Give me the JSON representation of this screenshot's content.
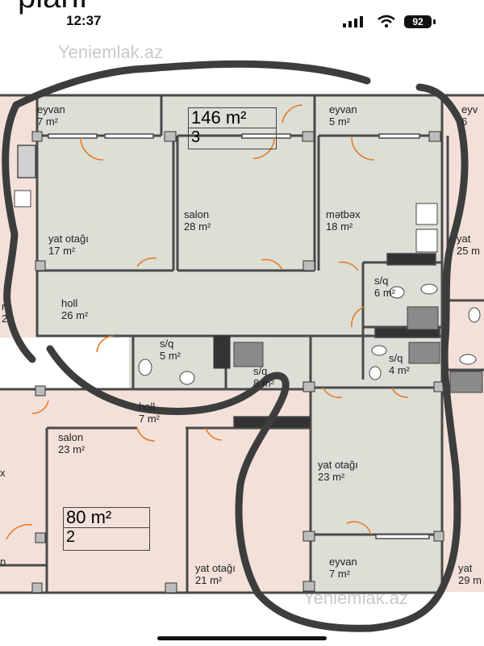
{
  "status_bar": {
    "time": "12:37",
    "battery": "92",
    "partial_title": "planı"
  },
  "watermark": "Yeniemlak.az",
  "apartments": [
    {
      "area": "146 m²",
      "rooms": "3"
    },
    {
      "area": "80 m²",
      "rooms": "2"
    }
  ],
  "rooms": {
    "eyvan_7_top": {
      "name": "eyvan",
      "area": "7 m²"
    },
    "eyvan_5": {
      "name": "eyvan",
      "area": "5 m²"
    },
    "eyvan_6_edge": {
      "name": "eyv",
      "area": "6"
    },
    "salon_28": {
      "name": "salon",
      "area": "28 m²"
    },
    "metbex_18": {
      "name": "mətbəx",
      "area": "18 m²"
    },
    "yat_17": {
      "name": "yat otağı",
      "area": "17 m²"
    },
    "yat_25_edge": {
      "name": "yat",
      "area": "25 m"
    },
    "holl_26": {
      "name": "holl",
      "area": "26 m²"
    },
    "sq_6": {
      "name": "s/q",
      "area": "6 m²"
    },
    "sq_5": {
      "name": "s/q",
      "area": "5 m²"
    },
    "sq_4": {
      "name": "s/q",
      "area": "4 m²"
    },
    "sq_8": {
      "name": "s/q",
      "area": "8 m²"
    },
    "holl_7": {
      "name": "holl",
      "area": "7 m²"
    },
    "salon_23": {
      "name": "salon",
      "area": "23 m²"
    },
    "yat_23": {
      "name": "yat otağı",
      "area": "23 m²"
    },
    "eyvan_7_bottom": {
      "name": "eyvan",
      "area": "7 m²"
    },
    "yat_21": {
      "name": "yat otağı",
      "area": "21 m²"
    },
    "yat_29_edge": {
      "name": "yat",
      "area": "29 m"
    },
    "left_x_edge": {
      "name": "x",
      "area": ""
    },
    "left_n_edge": {
      "name": "n",
      "area": ""
    },
    "left_r2_edge": {
      "name": "r",
      "area": "2"
    }
  },
  "colors": {
    "apartment_146_fill": "#dcdfd6",
    "neighbour_fill": "#f3e1d9",
    "wall": "#4a4a4a",
    "door_arc": "#e87b2a",
    "marker_stroke": "#3d3d3d",
    "sanitary_fill": "#8a8a8a"
  }
}
